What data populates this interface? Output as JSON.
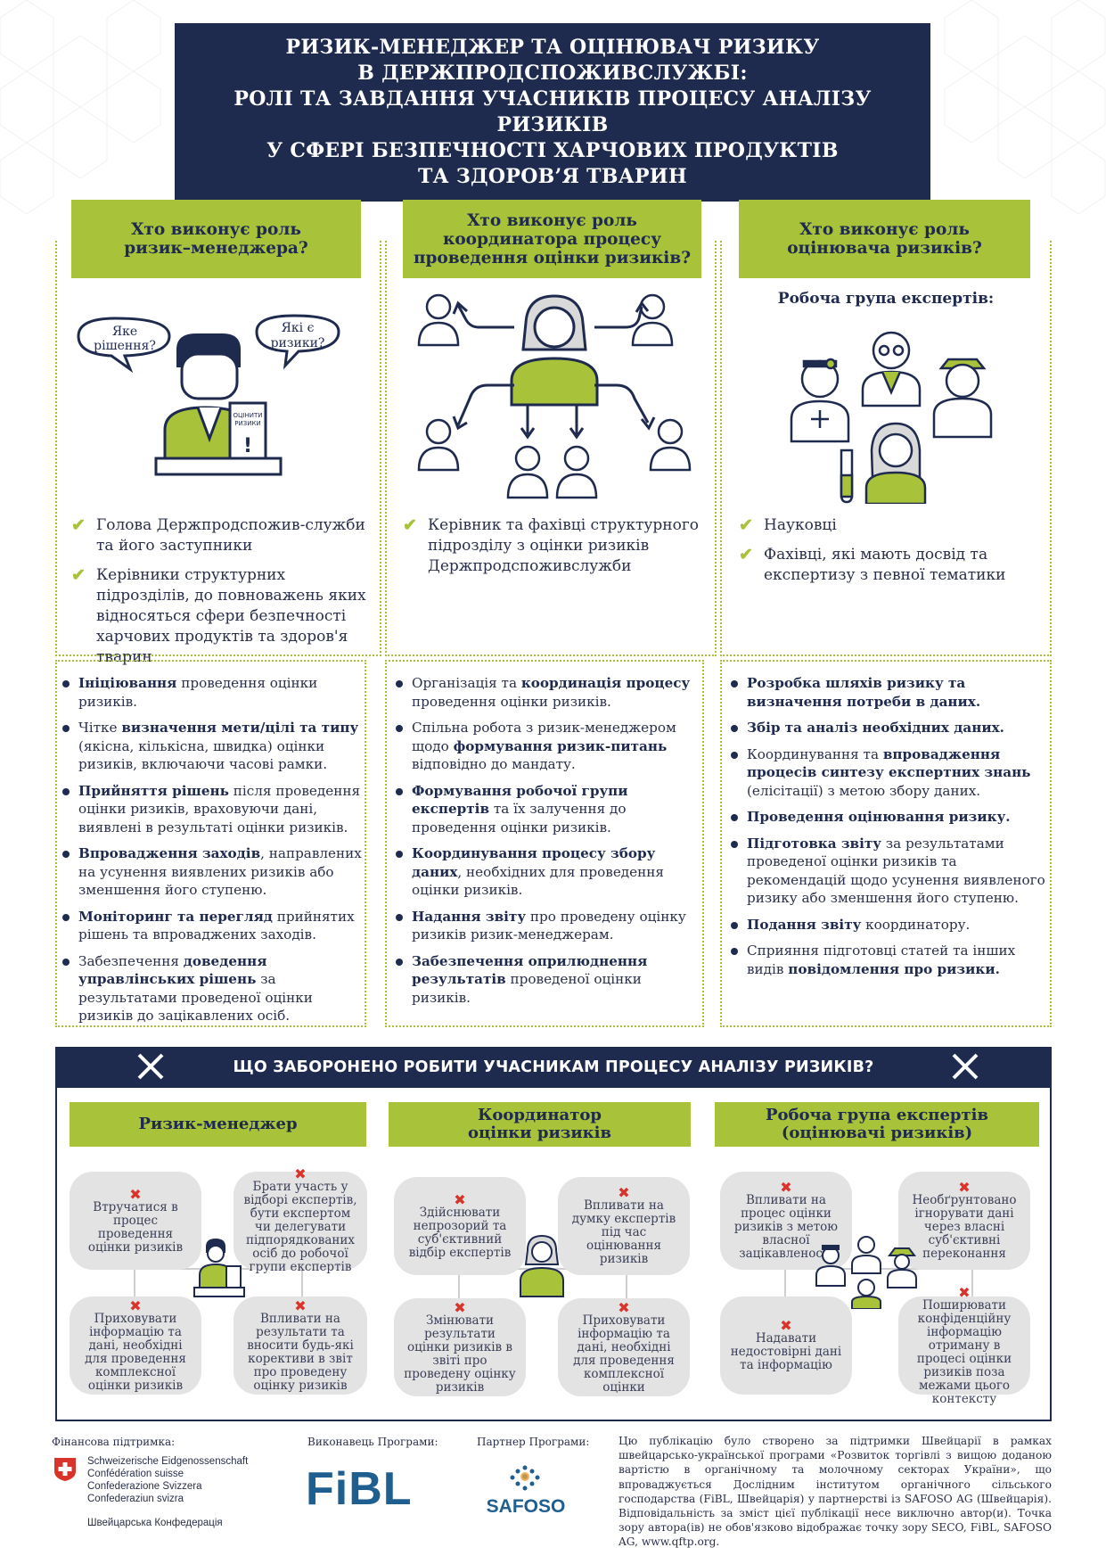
{
  "title": {
    "line1": "РИЗИК-МЕНЕДЖЕР ТА ОЦІНЮВАЧ РИЗИКУ",
    "line2": "В ДЕРЖПРОДСПОЖИВСЛУЖБІ:",
    "line3": "РОЛІ ТА ЗАВДАННЯ УЧАСНИКІВ ПРОЦЕСУ АНАЛІЗУ РИЗИКІВ",
    "line4": "У СФЕРІ БЕЗПЕЧНОСТІ ХАРЧОВИХ ПРОДУКТІВ",
    "line5": "ТА ЗДОРОВ’Я ТВАРИН"
  },
  "col1": {
    "head1": "Хто виконує роль",
    "head2": "ризик–менеджера?",
    "bubble_left1": "Яке",
    "bubble_left2": "рішення?",
    "bubble_right1": "Які є",
    "bubble_right2": "ризики?",
    "paper1": "ОЦІНИТИ",
    "paper2": "РИЗИКИ",
    "checks": [
      "Голова Держпродспожив-служби та його заступники",
      "Керівники структурних підрозділів, до повноважень яких відносяться сфери безпечності харчових продуктів та здоров'я тварин"
    ]
  },
  "col2": {
    "head1": "Хто виконує роль",
    "head2": "координатора процесу",
    "head3": "проведення оцінки ризиків?",
    "checks": [
      "Керівник та фахівці структурного підрозділу з оцінки ризиків Держпродспоживслужби"
    ]
  },
  "col3": {
    "head1": "Хто виконує роль",
    "head2": "оцінювача ризиків?",
    "group_label": "Робоча група експертів:",
    "checks": [
      "Науковці",
      "Фахівці, які мають досвід та експертизу з певної тематики"
    ]
  },
  "tasks1": [
    {
      "b": "Ініціювання",
      "t": " проведення оцінки ризиків."
    },
    {
      "t0": "Чітке ",
      "b": "визначення мети/цілі та типу",
      "t": " (якісна, кількісна, швидка) оцінки ризиків, включаючи часові рамки."
    },
    {
      "b": "Прийняття рішень",
      "t": " після проведення оцінки ризиків, враховуючи дані, виявлені в результаті оцінки ризиків."
    },
    {
      "b": "Впровадження заходів",
      "t": ", направлених на усунення виявлених ризиків або зменшення його ступеню."
    },
    {
      "b": "Моніторинг та перегляд",
      "t": " прийнятих рішень та впроваджених заходів."
    },
    {
      "t0": "Забезпечення ",
      "b": "доведення управлінських рішень",
      "t": " за результатами проведеної оцінки ризиків до зацікавлених осіб."
    }
  ],
  "tasks2": [
    {
      "t0": "Організація та ",
      "b": "координація процесу",
      "t": " проведення оцінки ризиків."
    },
    {
      "t0": "Спільна робота з ризик-менеджером щодо ",
      "b": "формування ризик-питань",
      "t": " відповідно до мандату."
    },
    {
      "b": "Формування робочої групи експертів",
      "t": " та їх залучення до проведення оцінки ризиків."
    },
    {
      "b": "Координування процесу збору даних",
      "t": ", необхідних для проведення оцінки ризиків."
    },
    {
      "b": "Надання звіту",
      "t": " про проведену оцінку ризиків ризик-менеджерам."
    },
    {
      "b": "Забезпечення оприлюднення результатів",
      "t": " проведеної оцінки ризиків."
    }
  ],
  "tasks3": [
    {
      "b": "Розробка шляхів ризику та визначення потреби в даних."
    },
    {
      "b": "Збір та аналіз необхідних даних."
    },
    {
      "t0": "Координування та ",
      "b": "впровадження процесів синтезу експертних знань",
      "t": " (елісітації) з метою збору даних."
    },
    {
      "b": "Проведення оцінювання ризику."
    },
    {
      "b": "Підготовка звіту",
      "t": " за результатами проведеної оцінки ризиків та рекомендацій щодо усунення виявленого ризику або зменшення його ступеню."
    },
    {
      "b": "Подання звіту",
      "t": " координатору."
    },
    {
      "t0": "Сприяння підготовці статей та інших видів ",
      "b": "повідомлення про ризики."
    }
  ],
  "forbidden": {
    "bar": "ЩО ЗАБОРОНЕНО РОБИТИ УЧАСНИКАМ ПРОЦЕСУ АНАЛІЗУ РИЗИКІВ?",
    "g1": {
      "head": "Ризик-менеджер",
      "b1": "Втручатися в процес проведення оцінки ризиків",
      "b2": "Брати участь у відборі експертів, бути експертом чи делегувати підпорядкованих осіб до робочої групи експертів",
      "b3": "Приховувати інформацію та дані, необхідні для проведення комплексної оцінки ризиків",
      "b4": "Впливати на результати та вносити будь-які корективи в звіт про проведену оцінку ризиків"
    },
    "g2": {
      "head1": "Координатор",
      "head2": "оцінки ризиків",
      "b1": "Здійснювати непрозорий та суб'єктивний відбір експертів",
      "b2": "Впливати на думку експертів під час оцінювання ризиків",
      "b3": "Змінювати результати оцінки ризиків в звіті про проведену оцінку ризиків",
      "b4": "Приховувати інформацію та дані, необхідні для проведення комплексної оцінки"
    },
    "g3": {
      "head1": "Робоча група експертів",
      "head2": "(оцінювачі ризиків)",
      "b1": "Впливати на процес оцінки ризиків з метою власної зацікавленості",
      "b2": "Необґрунтовано ігнорувати дані через власні суб'єктивні переконання",
      "b3": "Надавати недостовірні дані та інформацію",
      "b4": "Поширювати конфіденційну інформацію отриману в процесі оцінки ризиків поза межами цього контексту"
    }
  },
  "footer": {
    "fin_label": "Фінансова підтримка:",
    "swiss1": "Schweizerische Eidgenossenschaft",
    "swiss2": "Confédération suisse",
    "swiss3": "Confederazione Svizzera",
    "swiss4": "Confederaziun svizra",
    "swiss_ua": "Швейцарська Конфедерація",
    "exec_label": "Виконавець Програми:",
    "fibl": "FiBL",
    "partner_label": "Партнер Програми:",
    "safoso": "SAFOSO",
    "note": "Цю публікацію було створено за підтримки Швейцарії в рамках швейцарсько-української програми «Розвиток торгівлі з вищою доданою вартістю в органічному та молочному секторах України», що впроваджується Дослідним інститутом органічного сільського господарства (FiBL, Швейцарія) у партнерстві із SAFOSO AG (Швейцарія). Відповідальність за зміст цієї публікації несе виключно автор(и). Точка зору автора(ів) не обов'язково відображає точку зору SECO, FiBL, SAFOSO AG, www.qftp.org."
  },
  "colors": {
    "navy": "#1f2a4f",
    "green": "#a8c23a",
    "red": "#d9342b",
    "bubble": "#e3e3e3"
  }
}
